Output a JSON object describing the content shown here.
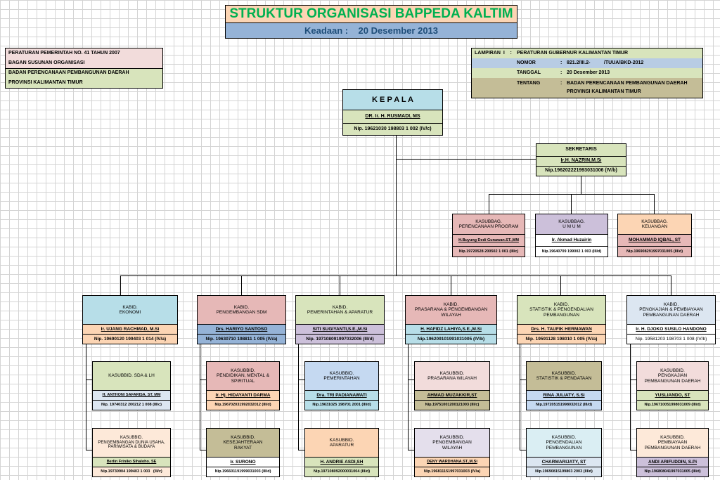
{
  "title": "STRUKTUR ORGANISASI BAPPEDA KALTIM",
  "keadaan": "Keadaan :    20 Desember 2013",
  "legal_left": {
    "line1": "PERATURAN PEMERINTAH NO. 41 TAHUN 2007",
    "line2": "BAGAN SUSUNAN ORGANISASI",
    "line3": "BADAN PERENCANAAN PEMBANGUNAN DAERAH",
    "line4": "PROVINSI KALIMANTAN TIMUR"
  },
  "legal_right": {
    "lampiran_label": "LAMPIRAN  I    :",
    "lampiran_value": "PERATURAN GUBERNUR KALIMANTAN TIMUR",
    "nomor_label": "NOMOR",
    "nomor_value": "821.2/III.2-          /TUUA/BKD-2012",
    "tanggal_label": "TANGGAL",
    "tanggal_value": "20 Desember 2013",
    "tentang_label": "TENTANG",
    "tentang_value1": "BADAN PERENCANAAN PEMBANGUNAN DAERAH",
    "tentang_value2": "PROVINSI KALIMANTAN TIMUR",
    "colon": ":"
  },
  "kepala": {
    "title": "K E P A L A",
    "name": "DR. Ir. H. RUSMADI, MS",
    "nip": "Nip. 19621030 198803 1 002 (IV/c)"
  },
  "sekretaris": {
    "title": "SEKRETARIS",
    "name": "Ir.H. NAZRIN,M.Si",
    "nip": "Nip.196202221993031006 (IV/b)"
  },
  "kasubbag": [
    {
      "line1": "KASUBBAG.",
      "line2": "PERENCANAAN PROGRAM",
      "name": "H.Buyung Dedi Gunawan.ST.,MM",
      "nip": "Nip.19720528 200502 1 001 (III/c)",
      "color": "#e6b8b7"
    },
    {
      "line1": "KASUBBAG.",
      "line2": "U M U M",
      "name": "Ir. Akmad Huzairin",
      "nip": "Nip.19640709 199002 1 003 (III/d)",
      "color": "#ccc0da"
    },
    {
      "line1": "KASUBBAG.",
      "line2": "KEUANGAN",
      "name": "MOHAMMAD IQBAL, ST",
      "nip": "Nip.196908291997031005 (III/d)",
      "color": "#fcd5b4"
    }
  ],
  "kabid": [
    {
      "line1": "KABID.",
      "line2": "EKONOMI",
      "line3": "",
      "name": "Ir. UJANG RACHMAD, M.Si",
      "nip": "Nip. 19690120 199403 1 014 (IV/a)",
      "color": "#b7dee8",
      "namecolor": "#fcd5b4"
    },
    {
      "line1": "KABID.",
      "line2": "PENGEMBANGAN SDM",
      "line3": "",
      "name": "Drs. HARIYO SANTOSO",
      "nip": "Nip. 19630710 198811 1 005 (IV/a)",
      "color": "#e6b8b7",
      "namecolor": "#95b3d7"
    },
    {
      "line1": "KABID.",
      "line2": "PEMERINTAHAN & APARATUR",
      "line3": "",
      "name": "SITI SUGIYANTI,S.E.,M.Si",
      "nip": "Nip. 197108091997032006 (III/d)",
      "color": "#d8e4bc",
      "namecolor": "#ccc0da"
    },
    {
      "line1": "KABID.",
      "line2": "PRASARANA & PENGEMBANGAN",
      "line3": "WILAYAH",
      "name": "H. HAFIDZ LAHIYA,S.E.,M.Si",
      "nip": "Nip.196209101991031005 (IV/b)",
      "color": "#e6b8b7",
      "namecolor": "#b7dee8"
    },
    {
      "line1": "KABID.",
      "line2": "STATISTIK & PENGENDALIAN",
      "line3": "PEMBANGUNAN",
      "name": "Drs. H. TAUFIK HERMAWAN",
      "nip": "Nip. 19591128 198010 1 005 (IV/a)",
      "color": "#d8e4bc",
      "namecolor": "#fcd5b4"
    },
    {
      "line1": "KABID.",
      "line2": "PENGKAJIAN & PEMBIAYAAN",
      "line3": "PEMBANGUNAN DAERAH",
      "name": "Ir. H. DJOKO SUSILO HANDONO",
      "nip": "Nip. 19581203 198703 1 008 (IV/b)",
      "color": "#dce6f1",
      "namecolor": "#ffffff"
    }
  ],
  "kasubbid": [
    [
      {
        "lines": [
          "KASUBBID. SDA & LH"
        ],
        "name": "H. ANTHONI SAFARISA, ST. MM",
        "nip": "Nip. 19740312 200212 1 008 (III/c)",
        "color": "#d8e4bc",
        "namecolor": "#dce6f1"
      },
      {
        "lines": [
          "KASUBBID.",
          "PENGEMBANGAN DUNIA USAHA,",
          "PARIWISATA & BUDAYA"
        ],
        "name": "Berlin Friniko Sihaloho. SE",
        "nip": "Nip.19730904 199403 1 003   (III/c)",
        "color": "#fde9d9",
        "namecolor": "#d8e4bc"
      }
    ],
    [
      {
        "lines": [
          "KASUBBID.",
          "PENDIDIKAN, MENTAL &",
          "SPIRITUAL"
        ],
        "name": "Ir. Hj. HIDAYANTI DARMA",
        "nip": "Nip.196702031992032012 (III/d)",
        "color": "#e6b8b7",
        "namecolor": "#fcd5b4"
      },
      {
        "lines": [
          "KASUBBID.",
          "KESEJAHTERAAN",
          "RAKYAT"
        ],
        "name": "Ir. SURONO",
        "nip": "Nip.196601191999031003 (III/d)",
        "color": "#c4bd97",
        "namecolor": "#ffffff"
      }
    ],
    [
      {
        "lines": [
          "KASUBBID.",
          "PEMERINTAHAN"
        ],
        "name": "Dra. TRI PADIANAWATI",
        "nip": "Nip.19631025 198701 2001 (III/d)",
        "color": "#c5d9f1",
        "namecolor": "#b7dee8"
      },
      {
        "lines": [
          "KASUBBID.",
          "APARATUR"
        ],
        "name": "H. ANDRIE ASDI,SH",
        "nip": "Nip.197108092000031004 (III/d)",
        "color": "#fcd5b4",
        "namecolor": "#d8e4bc"
      }
    ],
    [
      {
        "lines": [
          "KASUBBID.",
          "PRASARANA WILAYAH"
        ],
        "name": "AHMAD MUZAKKIR,ST",
        "nip": "Nip.19751001200121003 (III/c)",
        "color": "#f2dcdb",
        "namecolor": "#c4bd97"
      },
      {
        "lines": [
          "KASUBBID.",
          "PENGEMBANGAN",
          "WILAYAH"
        ],
        "name": "DENY WARDHANA.ST.,M.Si",
        "nip": "Nip.19681115199703100З (IV/a)",
        "color": "#e4dfec",
        "namecolor": "#fcd5b4"
      }
    ],
    [
      {
        "lines": [
          "KASUBBID.",
          "STATISTIK & PENDATAAN"
        ],
        "name": "RINA JULIATY, S.Si",
        "nip": "Nip.197205151998032012 (III/d)",
        "color": "#c4bd97",
        "namecolor": "#c5d9f1"
      },
      {
        "lines": [
          "KASUBBID.",
          "PENGENDALIAN",
          "PEMBANGUNAN"
        ],
        "name": "CHARMARIJATY, ST",
        "nip": "Nip.19690815199803 2003 (III/d)",
        "color": "#daeef3",
        "namecolor": "#dce6f1"
      }
    ],
    [
      {
        "lines": [
          "KASUBBID.",
          "PENGKAJIAN",
          "PEMBANGUNAN DAERAH"
        ],
        "name": "YUSLIANDO, ST",
        "nip": "Nip.196710051998031009 (III/d)",
        "color": "#f2dcdb",
        "namecolor": "#d8e4bc"
      },
      {
        "lines": [
          "KASUBBID.",
          "PEMBIAYAAN",
          "PEMBANGUNAN DAERAH"
        ],
        "name": "ANDI ARIFUDDIN, S.Pi",
        "nip": "Nip.196808041997031005 (III/d)",
        "color": "#fde9d9",
        "namecolor": "#ccc0da"
      }
    ]
  ],
  "colors": {
    "title_bg": "#fcd5b4",
    "title_text": "#00b050",
    "keadaan_bg": "#95b3d7",
    "keadaan_text": "#1f4e79",
    "kepala_bg": "#b7dee8",
    "kepala_name_bg": "#d8e4bc",
    "sekretaris_bg": "#d8e4bc"
  }
}
